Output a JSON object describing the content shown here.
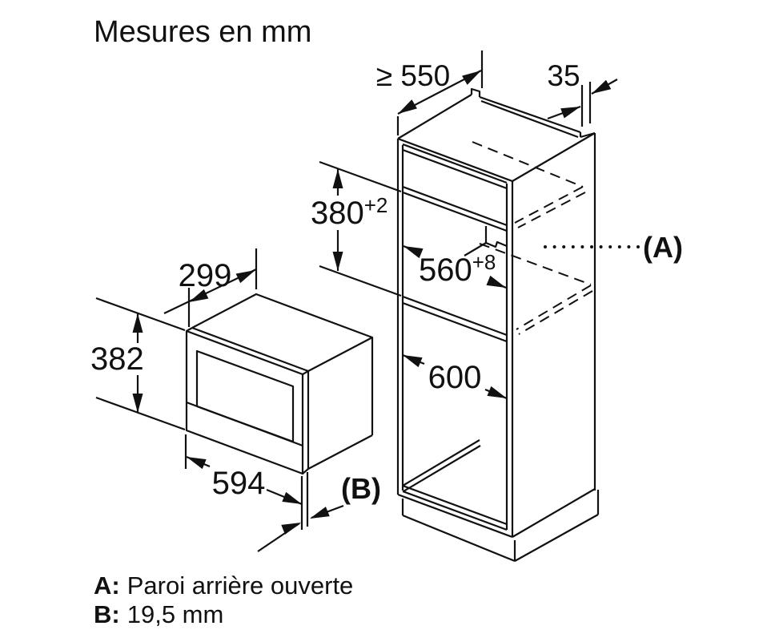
{
  "title": "Mesures en mm",
  "dims": {
    "depth_min": "≥ 550",
    "top_rail_width": "35",
    "niche_height": {
      "value": "380",
      "tol": "+2"
    },
    "niche_width": {
      "value": "560",
      "tol": "+8"
    },
    "lower_niche_height": "600",
    "microwave_depth": "299",
    "microwave_height": "382",
    "microwave_width": "594"
  },
  "callouts": {
    "a": "(A)",
    "b": "(B)"
  },
  "legend": {
    "a_key": "A:",
    "a_text": "Paroi arrière ouverte",
    "b_key": "B:",
    "b_text": "19,5 mm"
  },
  "colors": {
    "line": "#111111",
    "background": "#ffffff"
  }
}
